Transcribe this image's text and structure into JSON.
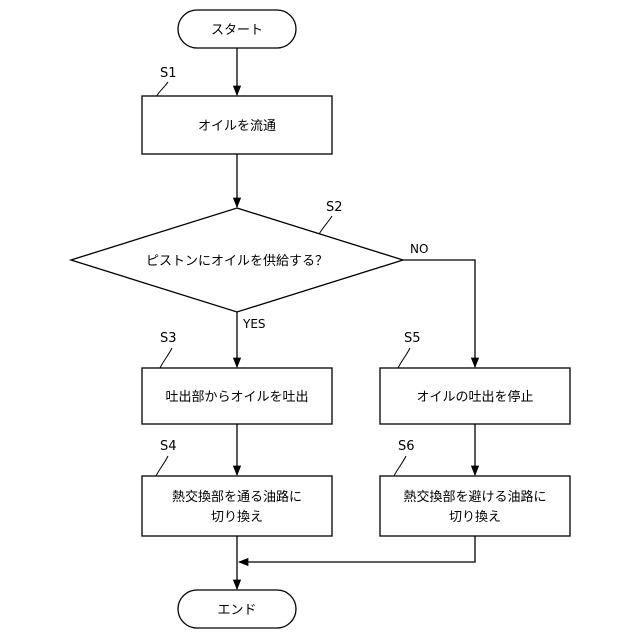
{
  "nodes": {
    "start": "スタート",
    "s1": "オイルを流通",
    "s2": "ピストンにオイルを供給する？",
    "s3": "吐出部からオイルを吐出",
    "s4_line1": "熱交換部を通る油路に",
    "s4_line2": "切り換え",
    "s5": "オイルの吐出を停止",
    "s6_line1": "熱交換部を避ける油路に",
    "s6_line2": "切り換え",
    "end": "エンド"
  },
  "step_labels": {
    "s1": "S1",
    "s2": "S2",
    "s3": "S3",
    "s4": "S4",
    "s5": "S5",
    "s6": "S6"
  },
  "branches": {
    "yes": "YES",
    "no": "NO"
  },
  "colors": {
    "stroke": "#000000",
    "background": "#ffffff"
  }
}
